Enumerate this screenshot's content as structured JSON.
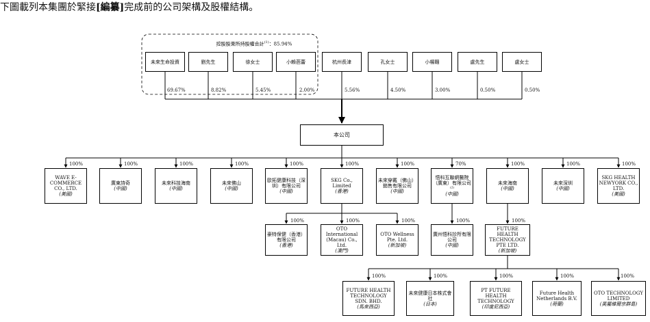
{
  "intro": {
    "pre": "下圖載列本集團於緊接",
    "bold": "[編纂]",
    "post": "完成前的公司架構及股權結構。"
  },
  "group_caption": {
    "main": "控股股東所持股權合計",
    "sup": "(1)",
    "value": "：85.94%"
  },
  "shareholders": [
    {
      "name": "未來生命投資",
      "pct": "69.67%"
    },
    {
      "name": "劉先生",
      "pct": "8.82%"
    },
    {
      "name": "徐女士",
      "pct": "5.45%"
    },
    {
      "name": "小賴芭蕾",
      "pct": "2.00%"
    },
    {
      "name": "杭州長津",
      "pct": "5.56%"
    },
    {
      "name": "孔女士",
      "pct": "4.50%"
    },
    {
      "name": "小楊翺",
      "pct": "3.00%"
    },
    {
      "name": "盧先生",
      "pct": "0.50%"
    },
    {
      "name": "盧女士",
      "pct": "0.50%"
    }
  ],
  "company": "本公司",
  "subsidiaries": [
    {
      "pct": "100%",
      "name": "WAVE E-COMMERCE CO., LTD.",
      "loc": "(美國)"
    },
    {
      "pct": "100%",
      "name": "廣東詩奇",
      "loc": "(中國)"
    },
    {
      "pct": "100%",
      "name": "未來科技海南",
      "loc": "(中國)"
    },
    {
      "pct": "100%",
      "name": "未來佛山",
      "loc": "(中國)"
    },
    {
      "pct": "100%",
      "name": "歐拓健康科技（深圳）有限公司",
      "loc": "(中國)"
    },
    {
      "pct": "100%",
      "name": "SKG Co., Limited",
      "loc": "(香港)"
    },
    {
      "pct": "100%",
      "name": "未來穿戴（佛山）銷售有限公司",
      "loc": "(中國)"
    },
    {
      "pct": "70%",
      "name": "悟科互聯網醫院（廣東）有限公司⁽²⁾",
      "loc": "(中國)"
    },
    {
      "pct": "100%",
      "name": "未來海南",
      "loc": "(中國)"
    },
    {
      "pct": "100%",
      "name": "未來深圳",
      "loc": "(中國)"
    },
    {
      "pct": "100%",
      "name": "SKG HEALTH NEWYORK CO., LTD.",
      "loc": "(美國)"
    }
  ],
  "hk_subs": [
    {
      "pct": "100%",
      "name": "豪特保健（香港）有限公司",
      "loc": "(香港)"
    },
    {
      "pct": "100%",
      "name": "OTO International (Macau) Co., Ltd.",
      "loc": "(澳門)"
    },
    {
      "pct": "100%",
      "name": "OTO Wellness Pte. Ltd.",
      "loc": "(新加坡)"
    }
  ],
  "clinic": {
    "pct": "100%",
    "name": "廣州悟科診所有限公司",
    "loc": "(中國)"
  },
  "future_sg": {
    "pct": "100%",
    "name": "FUTURE HEALTH TECHNOLOGY PTE LTD.",
    "loc": "(新加坡)"
  },
  "sg_subs": [
    {
      "pct": "100%",
      "name": "FUTURE HEALTH TECHNOLOGY SDN. BHD.",
      "loc": "(馬來西亞)"
    },
    {
      "pct": "100%",
      "name": "未來健康日本株式會社",
      "loc": "(日本)"
    },
    {
      "pct": "100%",
      "name": "PT FUTURE HEALTH TECHNOLOGY",
      "loc": "(印度尼西亞)"
    },
    {
      "pct": "100%",
      "name": "Future Health Netherlands B.V.",
      "loc": "(荷蘭)"
    },
    {
      "pct": "100%",
      "name": "OTO TECHNOLOGY LIMITED",
      "loc": "(英屬維爾京群島)"
    }
  ]
}
